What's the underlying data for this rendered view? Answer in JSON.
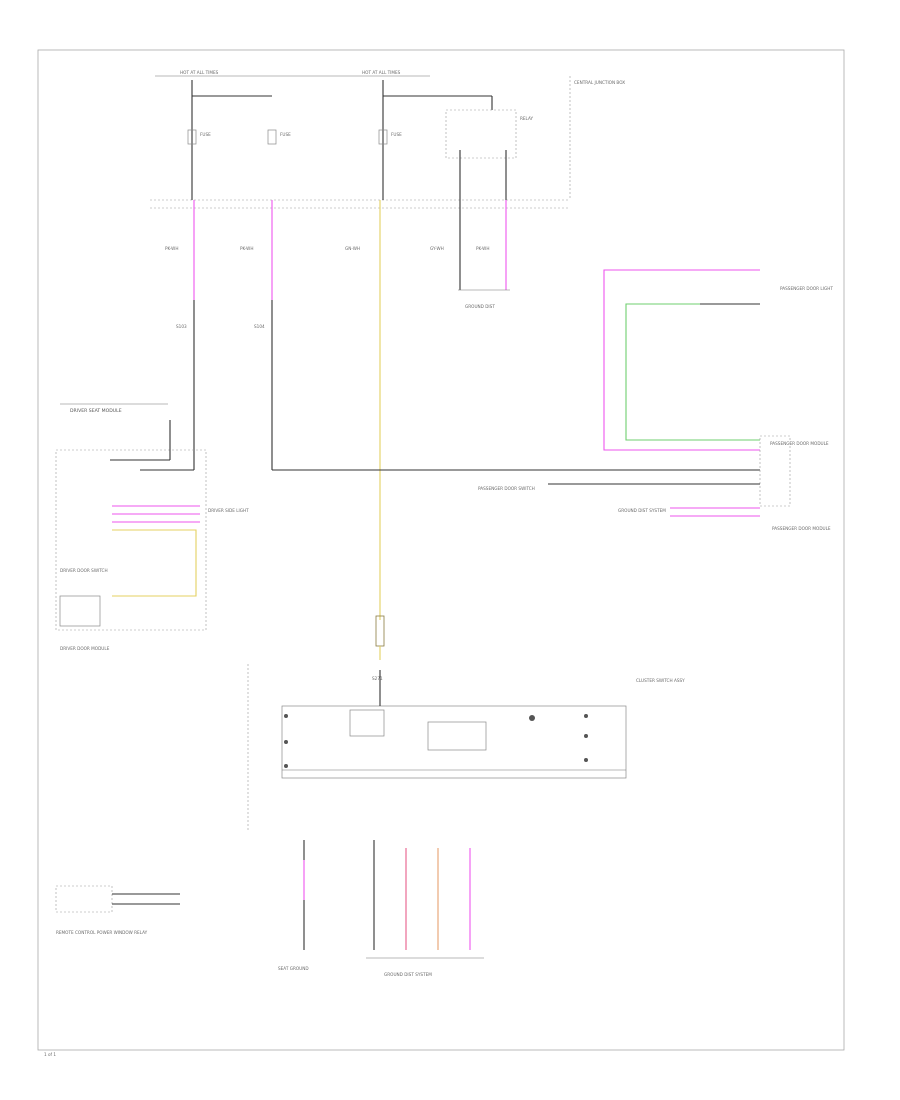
{
  "labels": {
    "hot_at_all_times_1": "HOT AT ALL TIMES",
    "hot_at_all_times_2": "HOT AT ALL TIMES",
    "module_top_right": "CENTRAL JUNCTION BOX",
    "fuse_1": "FUSE",
    "fuse_2": "FUSE",
    "fuse_3": "FUSE",
    "relay": "RELAY",
    "wire_1": "PK-WH",
    "wire_2": "PK-WH",
    "wire_3": "GN-WH",
    "wire_4": "GY-WH",
    "wire_5": "PK-WH",
    "splice_1": "S103",
    "splice_2": "S104",
    "ground_top": "GROUND DIST",
    "driver_module_title": "DRIVER SEAT MODULE",
    "driver_door_switch": "DRIVER DOOR SWITCH",
    "driver_door_module": "DRIVER DOOR MODULE",
    "driver_side_light": "DRIVER SIDE LIGHT",
    "pass_module": "PASSENGER DOOR MODULE",
    "pass_switch": "PASSENGER DOOR SWITCH",
    "pass_door_light": "PASSENGER DOOR LIGHT",
    "ground_dist_right": "GROUND DIST SYSTEM",
    "cluster_label": "CLUSTER SWITCH ASSY",
    "s_conn": "S271",
    "bottom_left_module": "REMOTE CONTROL POWER WINDOW RELAY",
    "bottom_ground": "GROUND DIST SYSTEM",
    "bottom_ground_left": "SEAT GROUND",
    "footer": "1 of 1"
  }
}
